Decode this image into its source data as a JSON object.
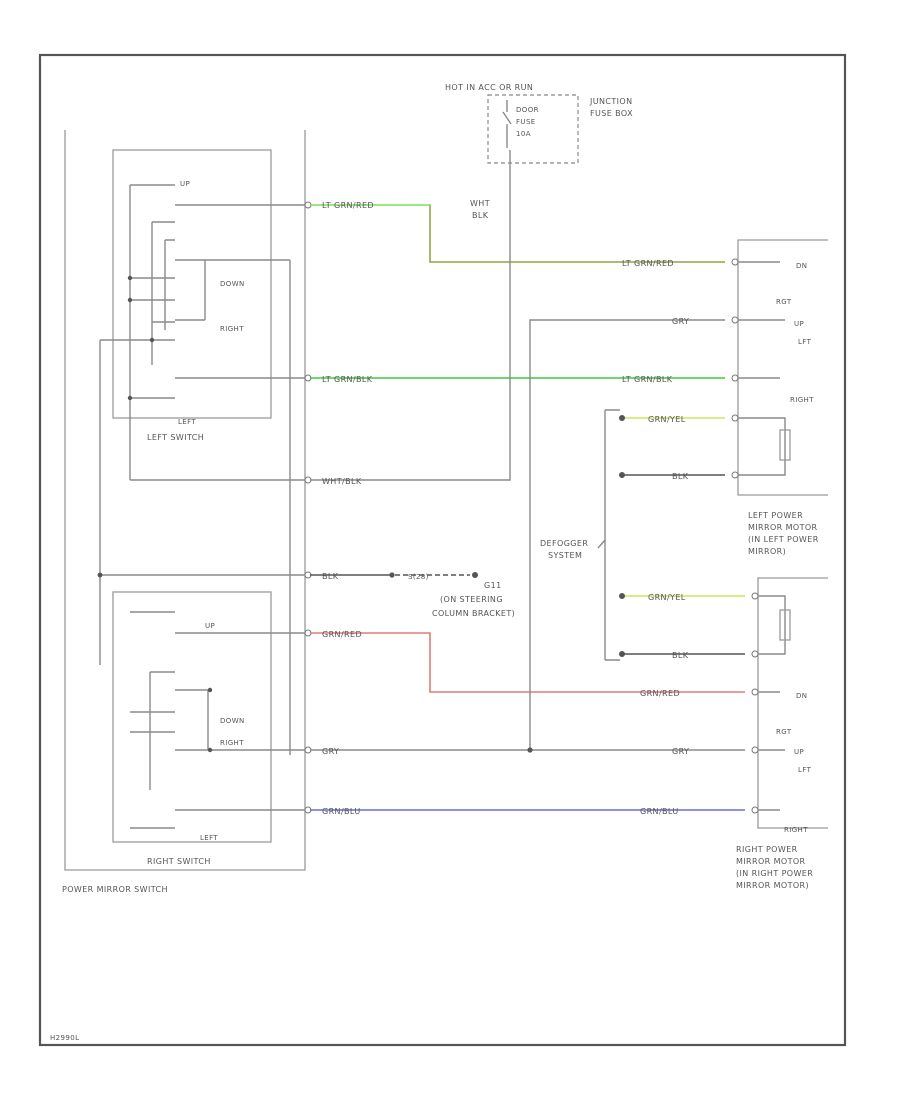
{
  "junction": {
    "hot_label": "HOT IN ACC OR RUN",
    "fuse_lines": [
      "DOOR",
      "FUSE",
      "10A"
    ],
    "box_lines": [
      "JUNCTION",
      "FUSE BOX"
    ]
  },
  "feed_wire": {
    "lines": [
      "WHT",
      "BLK"
    ]
  },
  "switch": {
    "main_label": "POWER MIRROR SWITCH",
    "left": {
      "label": "LEFT SWITCH",
      "up": "UP",
      "down": "DOWN",
      "right": "RIGHT",
      "left": "LEFT"
    },
    "right": {
      "label": "RIGHT SWITCH",
      "up": "UP",
      "down": "DOWN",
      "right": "RIGHT",
      "left": "LEFT"
    }
  },
  "wires": {
    "lt_grn_red": "LT GRN/RED",
    "lt_grn_blk": "LT GRN/BLK",
    "wht_blk": "WHT/BLK",
    "blk": "BLK",
    "grn_red": "GRN/RED",
    "gry": "GRY",
    "grn_blu": "GRN/BLU",
    "grn_yel": "GRN/YEL"
  },
  "ground": {
    "id": "G11",
    "lines": [
      "G11",
      "(ON STEERING",
      "COLUMN BRACKET)"
    ],
    "splice": "S(28)"
  },
  "defogger": {
    "lines": [
      "DEFOGGER",
      "SYSTEM"
    ]
  },
  "left_mirror": {
    "label_lines": [
      "LEFT POWER",
      "MIRROR MOTOR",
      "(IN LEFT POWER",
      "MIRROR)"
    ],
    "dn": "DN",
    "up": "UP",
    "lft": "LFT",
    "rgt": "RGT",
    "right": "RIGHT"
  },
  "right_mirror": {
    "label_lines": [
      "RIGHT POWER",
      "MIRROR MOTOR",
      "(IN RIGHT POWER",
      "MIRROR MOTOR)"
    ],
    "dn": "DN",
    "up": "UP",
    "lft": "LFT",
    "rgt": "RGT",
    "right": "RIGHT"
  },
  "footer_code": "H2990L",
  "colors": {
    "lt_grn": "#7ee05a",
    "lt_grn_olive": "#a8a860",
    "green_bright": "#3ecb3e",
    "red": "#e07b7b",
    "blue": "#6b6bd6",
    "yellow_green": "#c8e85a",
    "black": "#555555",
    "gray": "#9a9a9a"
  }
}
